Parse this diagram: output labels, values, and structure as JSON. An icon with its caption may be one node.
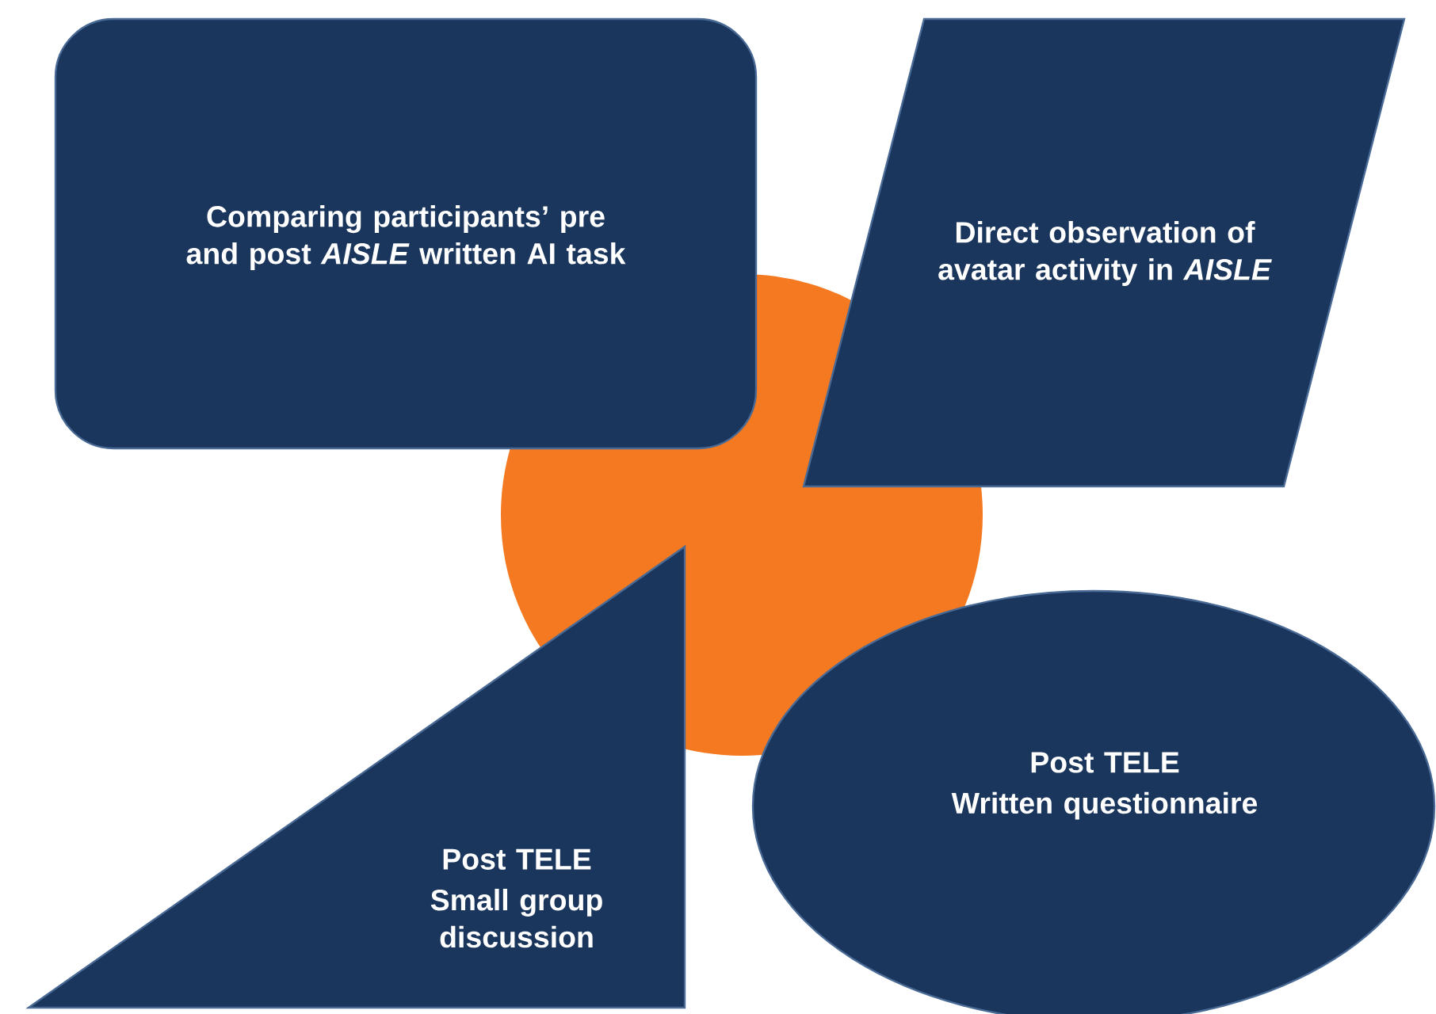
{
  "diagram": {
    "nodes": [
      {
        "text": [],
        "shape": "circle"
      },
      {
        "text": [
          "Comparing participants’ pre and post *AISLE* written AI task"
        ]
      },
      {
        "text": [
          "Direct observation of avatar activity in *AISLE*"
        ]
      },
      {
        "text": [
          "Post TELE",
          "Small group discussion"
        ]
      },
      {
        "text": [
          "Post TELE",
          "Written questionnaire"
        ]
      }
    ]
  }
}
